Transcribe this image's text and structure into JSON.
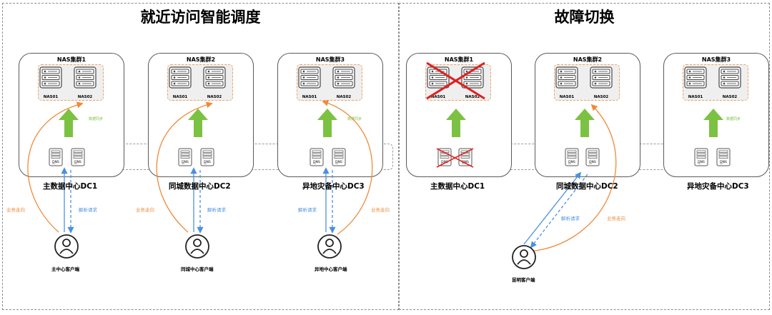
{
  "titles": {
    "left": "就近访问智能调度",
    "right": "故障切换"
  },
  "clusters": [
    "NAS集群1",
    "NAS集群2",
    "NAS集群3"
  ],
  "nas": [
    "NAS01",
    "NAS02"
  ],
  "dns": "DNS",
  "datacenters": [
    "主数据中心DC1",
    "同城数据中心DC2",
    "异地灾备中心DC3"
  ],
  "clients": {
    "left": [
      "主中心客户端",
      "同城中心客户端",
      "异地中心客户端"
    ],
    "right": "昆明客户端"
  },
  "flows": {
    "business": "业务走向",
    "resolve": "解析请求",
    "sync": "数据同步"
  },
  "colors": {
    "orange": "#f08a3a",
    "blue": "#4a90e2",
    "green": "#7cc242",
    "red": "#e02020"
  }
}
